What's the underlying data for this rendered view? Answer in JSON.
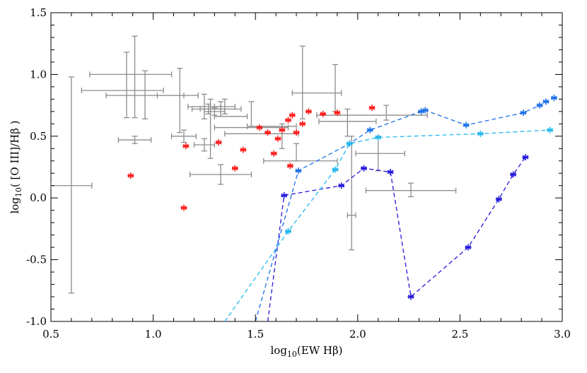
{
  "chart_data": {
    "type": "scatter",
    "title": "",
    "xlabel": {
      "pre": "log",
      "sub": "10",
      "post": "(EW Hβ)"
    },
    "ylabel": {
      "pre": "log",
      "sub": "10",
      "post": "( [O III]/Hβ )"
    },
    "xlim": [
      0.5,
      3.0
    ],
    "ylim": [
      -1.0,
      1.5
    ],
    "xticks": [
      0.5,
      1.0,
      1.5,
      2.0,
      2.5,
      3.0
    ],
    "xtick_labels": [
      "0.5",
      "1.0",
      "1.5",
      "2.0",
      "2.5",
      "3.0"
    ],
    "yticks": [
      -1.0,
      -0.5,
      0.0,
      0.5,
      1.0,
      1.5
    ],
    "ytick_labels": [
      "-1.0",
      "-0.5",
      "0.0",
      "0.5",
      "1.0",
      "1.5"
    ],
    "grid": false,
    "legend": "none",
    "colors": {
      "errorbars": "#8c8c8c",
      "red_points": "#ff1a1a",
      "model_dark": "#2418d8",
      "model_mid": "#1a6fe8",
      "model_light": "#22b8ee"
    },
    "series": [
      {
        "kind": "errorbar",
        "color": "#8c8c8c",
        "points": [
          {
            "x": 0.6,
            "y": 0.1,
            "xerr": 0.1,
            "yerr": [
              0.87,
              0.88
            ]
          },
          {
            "x": 0.89,
            "y": 1.0,
            "xerr": 0.2,
            "yerr": [
              0.0,
              0.0
            ]
          },
          {
            "x": 0.85,
            "y": 0.87,
            "xerr": 0.2,
            "yerr": [
              0.0,
              0.0
            ]
          },
          {
            "x": 0.87,
            "y": 0.93,
            "xerr": 0.0,
            "yerr": [
              0.28,
              0.25
            ]
          },
          {
            "x": 0.91,
            "y": 0.95,
            "xerr": 0.0,
            "yerr": [
              0.3,
              0.36
            ]
          },
          {
            "x": 0.96,
            "y": 0.83,
            "xerr": 0.19,
            "yerr": [
              0.19,
              0.2
            ]
          },
          {
            "x": 0.91,
            "y": 0.47,
            "xerr": 0.08,
            "yerr": [
              0.03,
              0.03
            ]
          },
          {
            "x": 1.12,
            "y": 0.83,
            "xerr": 0.1,
            "yerr": [
              0.0,
              0.0
            ]
          },
          {
            "x": 1.13,
            "y": 0.73,
            "xerr": 0.0,
            "yerr": [
              0.2,
              0.32
            ]
          },
          {
            "x": 1.15,
            "y": 0.5,
            "xerr": 0.06,
            "yerr": [
              0.05,
              0.05
            ]
          },
          {
            "x": 1.25,
            "y": 0.74,
            "xerr": 0.08,
            "yerr": [
              0.1,
              0.1
            ]
          },
          {
            "x": 1.27,
            "y": 0.72,
            "xerr": 0.08,
            "yerr": [
              0.04,
              0.04
            ]
          },
          {
            "x": 1.28,
            "y": 0.58,
            "xerr": 0.0,
            "yerr": [
              0.26,
              0.22
            ]
          },
          {
            "x": 1.3,
            "y": 0.7,
            "xerr": 0.05,
            "yerr": [
              0.03,
              0.03
            ]
          },
          {
            "x": 1.33,
            "y": 0.72,
            "xerr": 0.1,
            "yerr": [
              0.06,
              0.06
            ]
          },
          {
            "x": 1.25,
            "y": 0.43,
            "xerr": 0.05,
            "yerr": [
              0.05,
              0.05
            ]
          },
          {
            "x": 1.33,
            "y": 0.19,
            "xerr": 0.15,
            "yerr": [
              0.08,
              0.08
            ]
          },
          {
            "x": 1.35,
            "y": 0.74,
            "xerr": 0.05,
            "yerr": [
              0.06,
              0.06
            ]
          },
          {
            "x": 1.38,
            "y": 0.66,
            "xerr": 0.08,
            "yerr": [
              0.0,
              0.0
            ]
          },
          {
            "x": 1.48,
            "y": 0.57,
            "xerr": 0.18,
            "yerr": [
              0.0,
              0.0
            ]
          },
          {
            "x": 1.48,
            "y": 0.68,
            "xerr": 0.0,
            "yerr": [
              0.1,
              0.1
            ]
          },
          {
            "x": 1.53,
            "y": 0.52,
            "xerr": 0.18,
            "yerr": [
              0.0,
              0.0
            ]
          },
          {
            "x": 1.58,
            "y": 0.58,
            "xerr": 0.12,
            "yerr": [
              0.0,
              0.0
            ]
          },
          {
            "x": 1.63,
            "y": 0.5,
            "xerr": 0.0,
            "yerr": [
              0.1,
              0.1
            ]
          },
          {
            "x": 1.7,
            "y": 0.38,
            "xerr": 0.0,
            "yerr": [
              0.08,
              0.06
            ]
          },
          {
            "x": 1.72,
            "y": 0.3,
            "xerr": 0.18,
            "yerr": [
              0.0,
              0.0
            ]
          },
          {
            "x": 1.73,
            "y": 0.86,
            "xerr": 0.0,
            "yerr": [
              0.22,
              0.37
            ]
          },
          {
            "x": 1.8,
            "y": 0.85,
            "xerr": 0.12,
            "yerr": [
              0.0,
              0.0
            ]
          },
          {
            "x": 1.89,
            "y": 0.85,
            "xerr": 0.0,
            "yerr": [
              0.15,
              0.23
            ]
          },
          {
            "x": 1.95,
            "y": 0.62,
            "xerr": 0.14,
            "yerr": [
              0.0,
              0.0
            ]
          },
          {
            "x": 1.95,
            "y": 0.6,
            "xerr": 0.0,
            "yerr": [
              0.1,
              0.12
            ]
          },
          {
            "x": 2.14,
            "y": 0.69,
            "xerr": 0.0,
            "yerr": [
              0.06,
              0.06
            ]
          },
          {
            "x": 1.97,
            "y": 0.18,
            "xerr": 0.0,
            "yerr": [
              0.6,
              0.32
            ]
          },
          {
            "x": 1.97,
            "y": -0.14,
            "xerr": 0.02,
            "yerr": [
              0.0,
              0.0
            ]
          },
          {
            "x": 2.11,
            "y": 0.36,
            "xerr": 0.12,
            "yerr": [
              0.0,
              0.0
            ]
          },
          {
            "x": 2.1,
            "y": 0.42,
            "xerr": 0.0,
            "yerr": [
              0.2,
              0.08
            ]
          },
          {
            "x": 2.26,
            "y": 0.06,
            "xerr": 0.22,
            "yerr": [
              0.05,
              0.06
            ]
          },
          {
            "x": 2.07,
            "y": 0.67,
            "xerr": 0.27,
            "yerr": [
              0.0,
              0.0
            ]
          }
        ]
      },
      {
        "kind": "points",
        "color": "#ff1a1a",
        "points": [
          {
            "x": 0.89,
            "y": 0.18
          },
          {
            "x": 1.15,
            "y": -0.08
          },
          {
            "x": 1.16,
            "y": 0.42
          },
          {
            "x": 1.32,
            "y": 0.45
          },
          {
            "x": 1.4,
            "y": 0.24
          },
          {
            "x": 1.44,
            "y": 0.39
          },
          {
            "x": 1.52,
            "y": 0.57
          },
          {
            "x": 1.56,
            "y": 0.53
          },
          {
            "x": 1.59,
            "y": 0.36
          },
          {
            "x": 1.61,
            "y": 0.48
          },
          {
            "x": 1.63,
            "y": 0.55
          },
          {
            "x": 1.66,
            "y": 0.63
          },
          {
            "x": 1.67,
            "y": 0.26
          },
          {
            "x": 1.68,
            "y": 0.67
          },
          {
            "x": 1.7,
            "y": 0.53
          },
          {
            "x": 1.73,
            "y": 0.6
          },
          {
            "x": 1.76,
            "y": 0.7
          },
          {
            "x": 1.83,
            "y": 0.68
          },
          {
            "x": 1.9,
            "y": 0.69
          },
          {
            "x": 2.07,
            "y": 0.73
          }
        ]
      },
      {
        "kind": "model",
        "color": "#2418d8",
        "points": [
          {
            "x": 1.56,
            "y": -1.0
          },
          {
            "x": 1.64,
            "y": 0.02
          },
          {
            "x": 1.92,
            "y": 0.1
          },
          {
            "x": 2.03,
            "y": 0.24
          },
          {
            "x": 2.16,
            "y": 0.21
          },
          {
            "x": 2.26,
            "y": -0.8
          },
          {
            "x": 2.54,
            "y": -0.4
          },
          {
            "x": 2.69,
            "y": -0.01
          },
          {
            "x": 2.76,
            "y": 0.19
          },
          {
            "x": 2.82,
            "y": 0.33
          }
        ]
      },
      {
        "kind": "model",
        "color": "#1a6fe8",
        "points": [
          {
            "x": 1.5,
            "y": -1.0
          },
          {
            "x": 1.71,
            "y": 0.22
          },
          {
            "x": 1.96,
            "y": 0.44
          },
          {
            "x": 2.06,
            "y": 0.55
          },
          {
            "x": 2.31,
            "y": 0.7
          },
          {
            "x": 2.33,
            "y": 0.71
          },
          {
            "x": 2.53,
            "y": 0.59
          },
          {
            "x": 2.81,
            "y": 0.69
          },
          {
            "x": 2.89,
            "y": 0.75
          },
          {
            "x": 2.92,
            "y": 0.78
          },
          {
            "x": 2.96,
            "y": 0.81
          }
        ]
      },
      {
        "kind": "model",
        "color": "#22b8ee",
        "points": [
          {
            "x": 1.35,
            "y": -1.0
          },
          {
            "x": 1.66,
            "y": -0.27
          },
          {
            "x": 1.89,
            "y": 0.23
          },
          {
            "x": 1.96,
            "y": 0.44
          },
          {
            "x": 2.1,
            "y": 0.49
          },
          {
            "x": 2.6,
            "y": 0.52
          },
          {
            "x": 2.94,
            "y": 0.55
          }
        ]
      }
    ]
  }
}
